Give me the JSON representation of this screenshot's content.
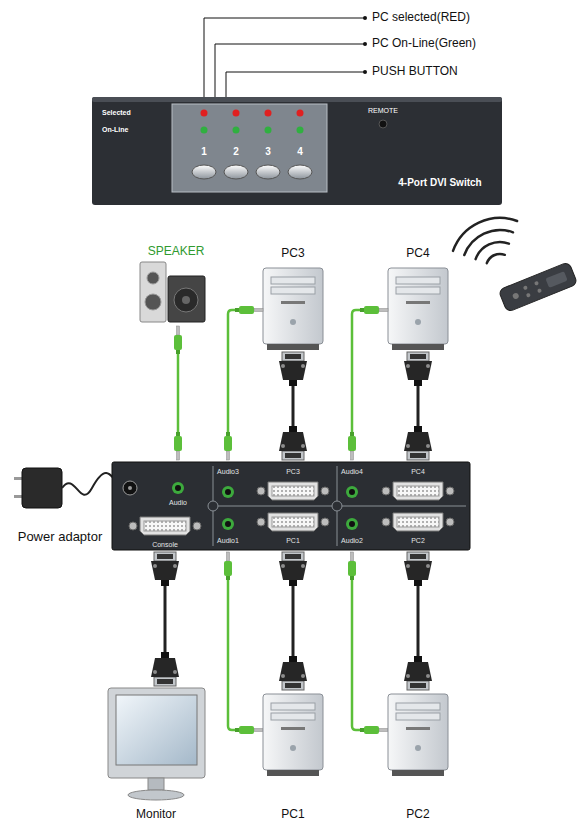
{
  "diagram": {
    "labels": [
      "PC selected(RED)",
      "PC On-Line(Green)",
      "PUSH BUTTON",
      "Selected",
      "On-Line",
      "1",
      "2",
      "3",
      "4",
      "REMOTE",
      "4-Port DVI Switch",
      "SPEAKER",
      "PC3",
      "PC4",
      "Audio3",
      "PC3",
      "Audio4",
      "PC4",
      "Audio",
      "Power adaptor",
      "Console",
      "Audio1",
      "PC1",
      "Audio2",
      "PC2",
      "Monitor",
      "PC1",
      "PC2"
    ]
  }
}
